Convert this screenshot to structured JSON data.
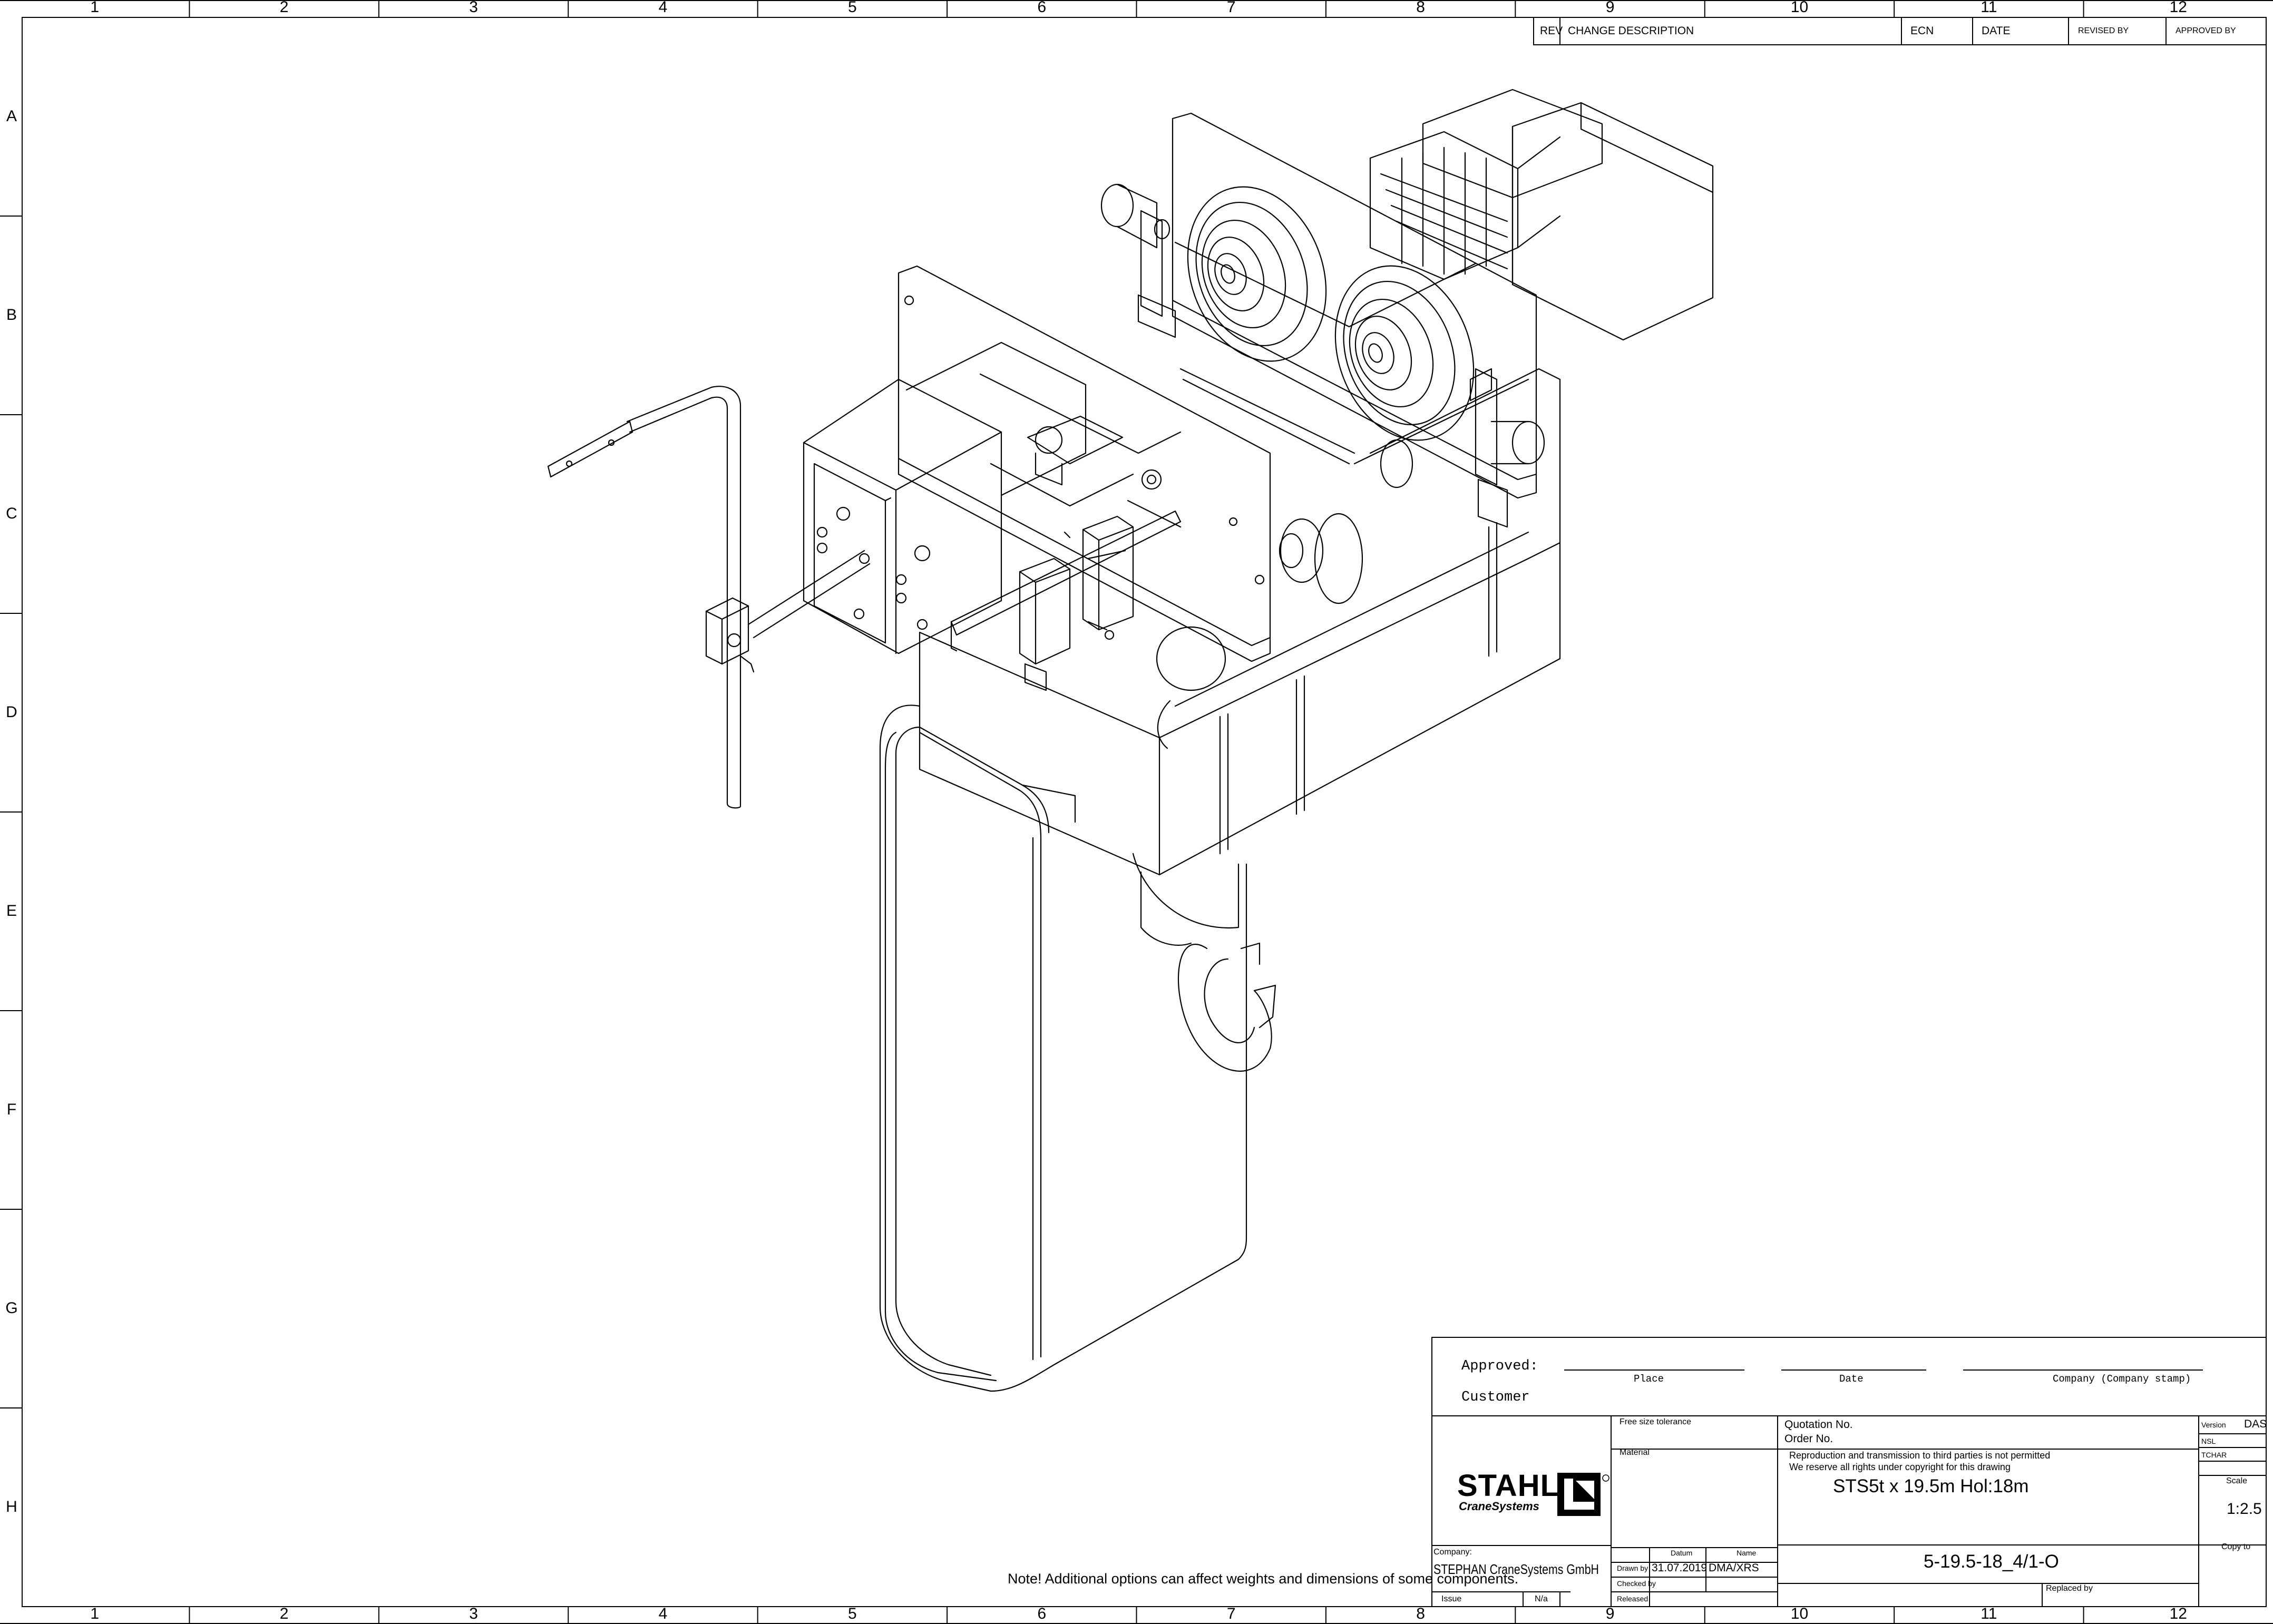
{
  "frame": {
    "columns": [
      "1",
      "2",
      "3",
      "4",
      "5",
      "6",
      "7",
      "8",
      "9",
      "10",
      "11",
      "12"
    ],
    "rows": [
      "A",
      "B",
      "C",
      "D",
      "E",
      "F",
      "G",
      "H"
    ]
  },
  "revision_table": {
    "headers": [
      "REV",
      "CHANGE DESCRIPTION",
      "ECN",
      "DATE",
      "REVISED BY",
      "APPROVED BY"
    ]
  },
  "drawing": {
    "subject": "isometric-electric-wire-rope-hoist",
    "note": "Note! Additional options can affect weights and dimensions of some components."
  },
  "approval": {
    "approved_label": "Approved:",
    "place_label": "Place",
    "date_label": "Date",
    "company_label": "Company (Company stamp)",
    "customer_label": "Customer"
  },
  "title_block": {
    "logo_main": "STAHL",
    "logo_sub": "CraneSystems",
    "free_size_tolerance": "Free size tolerance",
    "material": "Material",
    "quotation_no": "Quotation No.",
    "order_no": "Order No.",
    "copyright_1": "Reproduction and transmission to third parties is not permitted",
    "copyright_2": "We reserve all rights under copyright for this drawing",
    "title": "STS5t x 19.5m Hol:18m",
    "version_label": "Version",
    "version_value": "DAS",
    "nsl_label": "NSL",
    "tchar_label": "TCHAR",
    "scale_label": "Scale",
    "scale_value": "1:2.5",
    "copy_to_label": "Copy to",
    "company_label": "Company:",
    "company_value": "STEPHAN CraneSystems GmbH",
    "issue_label": "Issue",
    "issue_value": "N/a",
    "datum_label": "Datum",
    "name_label": "Name",
    "drawn_by_label": "Drawn by",
    "drawn_date": "31.07.2019",
    "drawn_name": "DMA/XRS",
    "checked_by_label": "Checked by",
    "released_label": "Released",
    "drawing_number": "5-19.5-18_4/1-O",
    "replaced_by_label": "Replaced by"
  }
}
